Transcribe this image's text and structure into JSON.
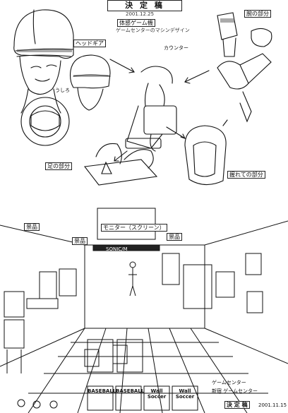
{
  "header": {
    "title": "決 定 稿",
    "date": "2001.12.25",
    "machine_title": "体感ゲーム機",
    "machine_subtitle": "ゲームセンターのマシンデザイン"
  },
  "top_labels": {
    "headgear": "ヘッドギア",
    "arm_part": "腕の部分",
    "foot_part": "足の部分",
    "grip_part": "握れての部分",
    "counter": "カウンター",
    "back_color": "うしろ"
  },
  "bottom_labels": {
    "screen": "モニター（スクリーン）",
    "brand": "SONIC/M",
    "area_left": "景品",
    "area_right": "景品",
    "area_mid": "景品",
    "cabinet_1": "BASEBALL",
    "cabinet_2": "BASEBALL",
    "cabinet_3": "Wall Soccer",
    "cabinet_4": "Wall Soccer",
    "caption_1": "ゲームセンター",
    "caption_2": "新宿 ゲームセンター",
    "stamp": "決 定 稿",
    "stamp_date": "2001.11.15"
  },
  "colors": {
    "ink": "#111111",
    "paper": "#ffffff",
    "shade": "#555555"
  }
}
